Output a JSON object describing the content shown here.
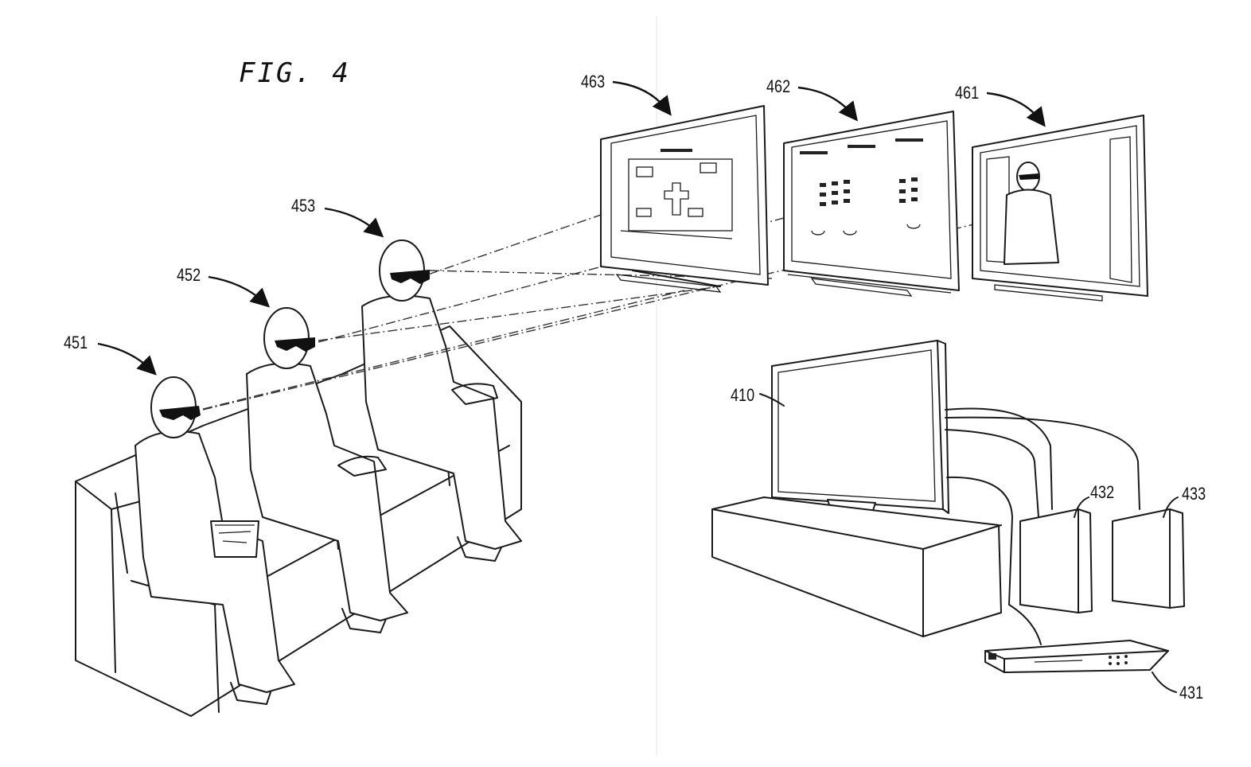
{
  "figure": {
    "title": "FIG. 4"
  },
  "labels": {
    "viewer_1": "451",
    "viewer_2": "452",
    "viewer_3": "453",
    "screen_1": "461",
    "screen_2": "462",
    "screen_3": "463",
    "display": "410",
    "player": "431",
    "console_1": "432",
    "console_2": "433"
  }
}
